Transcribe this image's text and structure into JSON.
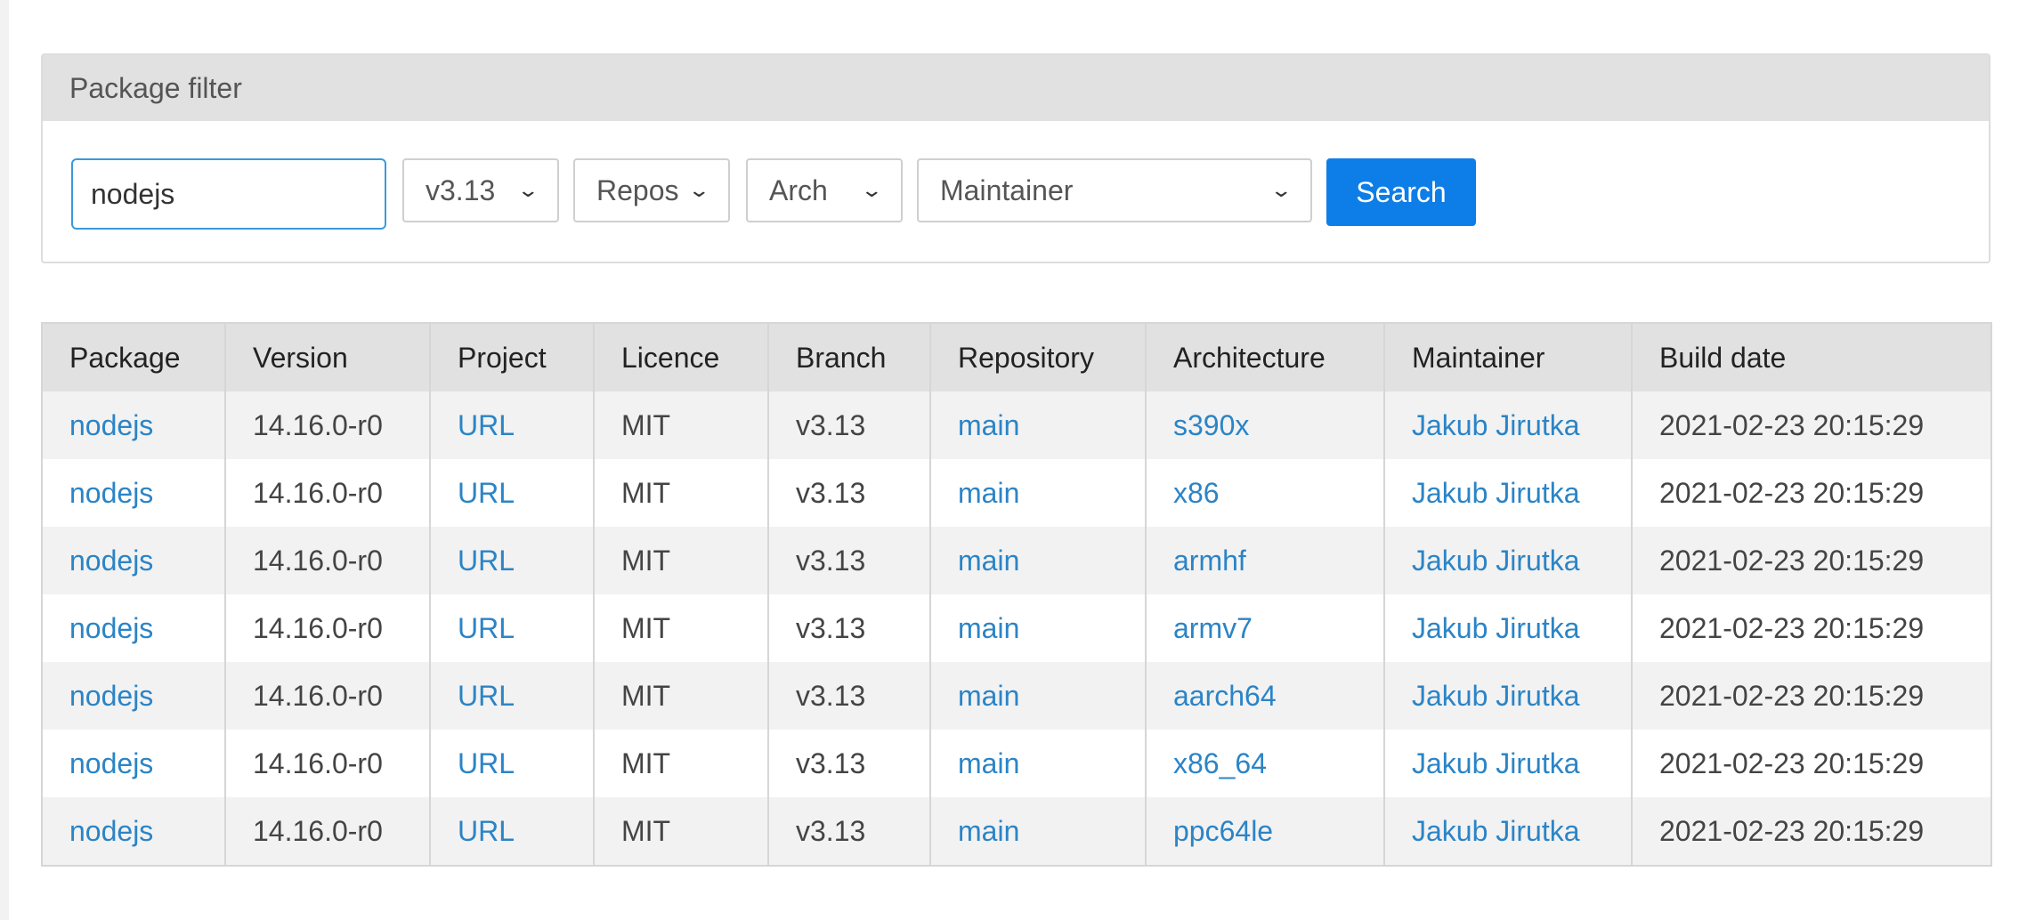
{
  "filter": {
    "title": "Package filter",
    "search_value": "nodejs",
    "branch_selected": "v3.13",
    "repo_selected": "Repos",
    "arch_selected": "Arch",
    "maintainer_selected": "Maintainer",
    "search_button": "Search"
  },
  "table": {
    "headers": [
      "Package",
      "Version",
      "Project",
      "Licence",
      "Branch",
      "Repository",
      "Architecture",
      "Maintainer",
      "Build date"
    ],
    "rows": [
      {
        "package": "nodejs",
        "version": "14.16.0-r0",
        "project": "URL",
        "licence": "MIT",
        "branch": "v3.13",
        "repository": "main",
        "architecture": "s390x",
        "maintainer": "Jakub Jirutka",
        "build_date": "2021-02-23 20:15:29"
      },
      {
        "package": "nodejs",
        "version": "14.16.0-r0",
        "project": "URL",
        "licence": "MIT",
        "branch": "v3.13",
        "repository": "main",
        "architecture": "x86",
        "maintainer": "Jakub Jirutka",
        "build_date": "2021-02-23 20:15:29"
      },
      {
        "package": "nodejs",
        "version": "14.16.0-r0",
        "project": "URL",
        "licence": "MIT",
        "branch": "v3.13",
        "repository": "main",
        "architecture": "armhf",
        "maintainer": "Jakub Jirutka",
        "build_date": "2021-02-23 20:15:29"
      },
      {
        "package": "nodejs",
        "version": "14.16.0-r0",
        "project": "URL",
        "licence": "MIT",
        "branch": "v3.13",
        "repository": "main",
        "architecture": "armv7",
        "maintainer": "Jakub Jirutka",
        "build_date": "2021-02-23 20:15:29"
      },
      {
        "package": "nodejs",
        "version": "14.16.0-r0",
        "project": "URL",
        "licence": "MIT",
        "branch": "v3.13",
        "repository": "main",
        "architecture": "aarch64",
        "maintainer": "Jakub Jirutka",
        "build_date": "2021-02-23 20:15:29"
      },
      {
        "package": "nodejs",
        "version": "14.16.0-r0",
        "project": "URL",
        "licence": "MIT",
        "branch": "v3.13",
        "repository": "main",
        "architecture": "x86_64",
        "maintainer": "Jakub Jirutka",
        "build_date": "2021-02-23 20:15:29"
      },
      {
        "package": "nodejs",
        "version": "14.16.0-r0",
        "project": "URL",
        "licence": "MIT",
        "branch": "v3.13",
        "repository": "main",
        "architecture": "ppc64le",
        "maintainer": "Jakub Jirutka",
        "build_date": "2021-02-23 20:15:29"
      }
    ]
  },
  "colors": {
    "link": "#2b84c6",
    "button": "#0d7ee8",
    "header_bg": "#e1e1e1",
    "stripe_bg": "#f2f2f2"
  },
  "icons": {
    "select_arrow": "chevron-down-icon"
  }
}
